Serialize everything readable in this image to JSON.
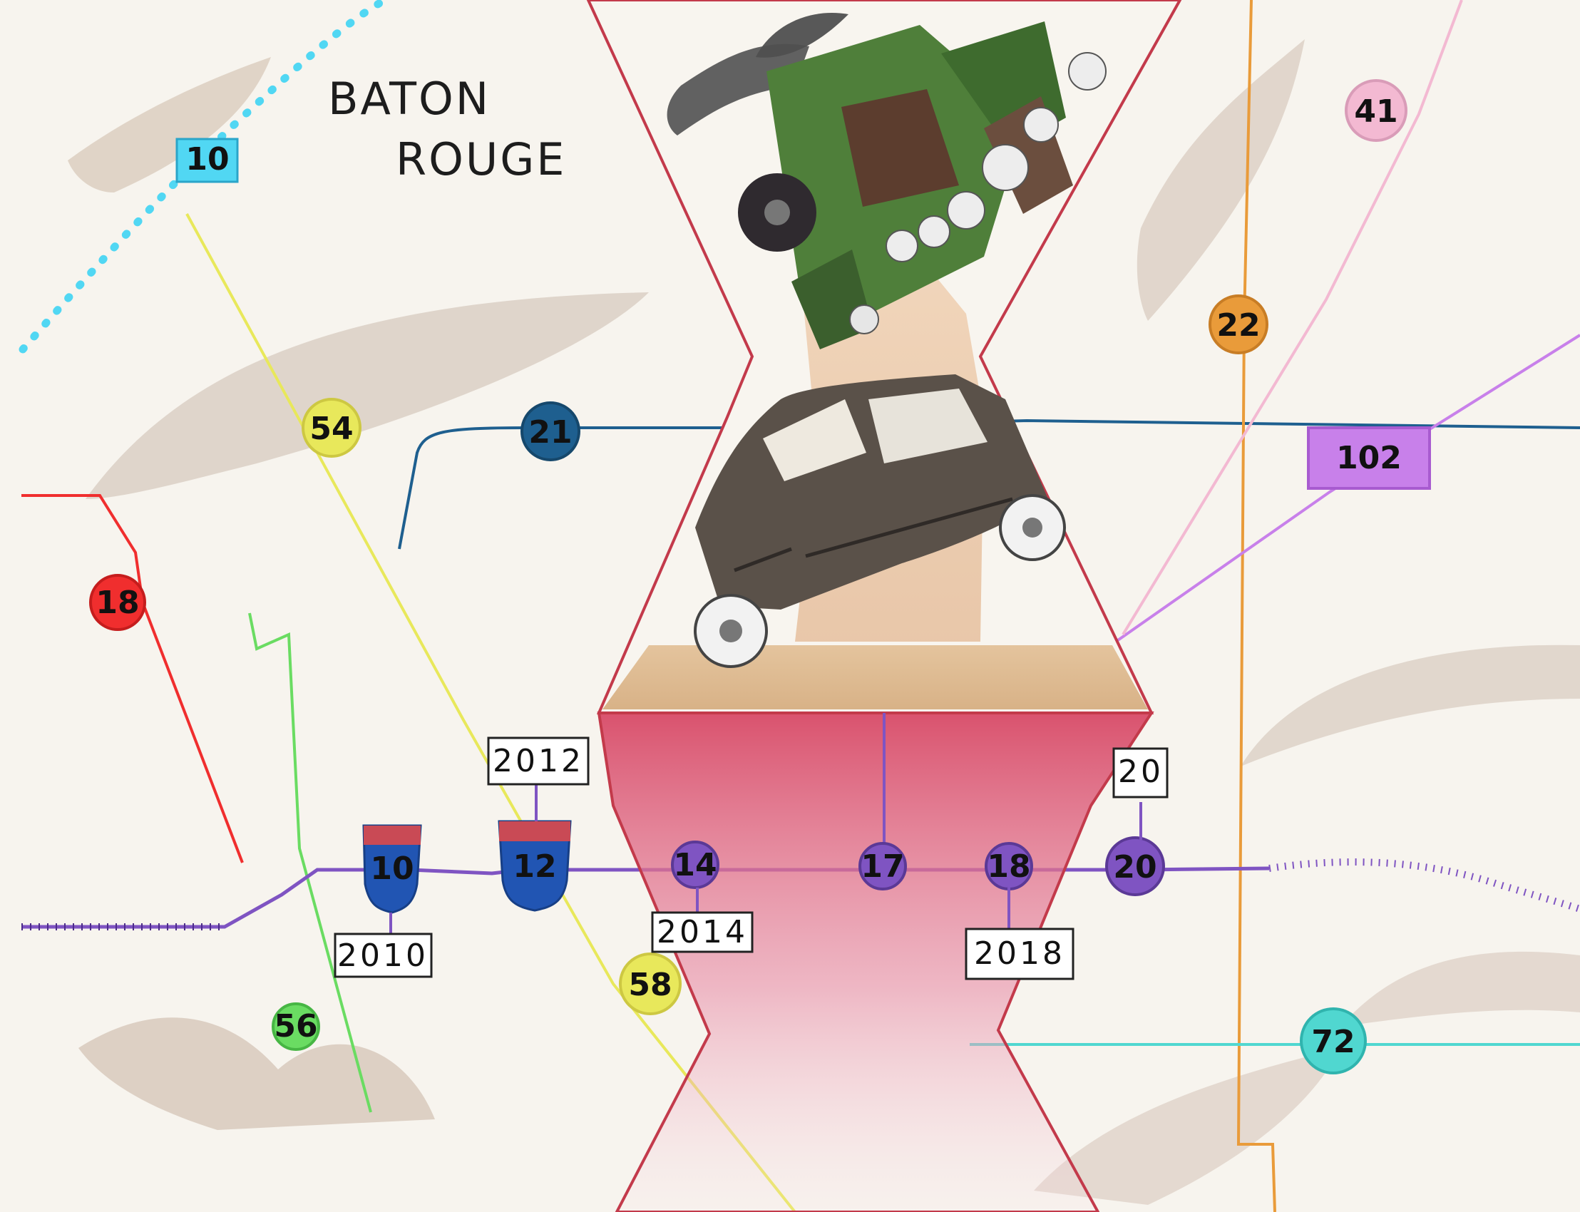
{
  "city": {
    "line1": "BATON",
    "line2": "ROUGE"
  },
  "route_markers": [
    {
      "id": "10-top",
      "label": "10",
      "color": "#51d7f3"
    },
    {
      "id": "54",
      "label": "54",
      "color": "#e8e85b"
    },
    {
      "id": "21",
      "label": "21",
      "color": "#1e5f8f"
    },
    {
      "id": "18",
      "label": "18",
      "color": "#f02e2e"
    },
    {
      "id": "56",
      "label": "56",
      "color": "#6adc62"
    },
    {
      "id": "58",
      "label": "58",
      "color": "#e8e85b"
    },
    {
      "id": "41",
      "label": "41",
      "color": "#f3b9d2"
    },
    {
      "id": "22",
      "label": "22",
      "color": "#e99b3a"
    },
    {
      "id": "102",
      "label": "102",
      "color": "#c880ea"
    },
    {
      "id": "72",
      "label": "72",
      "color": "#50d7d0"
    },
    {
      "id": "14",
      "label": "14",
      "color": "#7f54c2"
    },
    {
      "id": "17",
      "label": "17",
      "color": "#7f54c2"
    },
    {
      "id": "18-mid",
      "label": "18",
      "color": "#7f54c2"
    },
    {
      "id": "20",
      "label": "20",
      "color": "#7f54c2"
    },
    {
      "id": "10-shield",
      "label": "10",
      "color": "#2155b3"
    },
    {
      "id": "12-shield",
      "label": "12",
      "color": "#2155b3"
    }
  ],
  "year_tags": [
    {
      "id": "2010",
      "label": "2010"
    },
    {
      "id": "2012",
      "label": "2012"
    },
    {
      "id": "2014",
      "label": "2014"
    },
    {
      "id": "2018",
      "label": "2018"
    },
    {
      "id": "20",
      "label": "20"
    }
  ],
  "colors": {
    "paper": "#f7f4ee",
    "hourglass_frame": "#c33a4b",
    "hourglass_bottom": "#e58ca3",
    "train": "#4f7f3a",
    "car": "#5a5149",
    "timeline_line": "#7f54c2",
    "cloud_shadow": "#bfae9f"
  },
  "illustrations": {
    "train": "steam-locomotive-illustration",
    "car": "vintage-car-illustration",
    "hourglass": "hourglass-window-illustration"
  }
}
